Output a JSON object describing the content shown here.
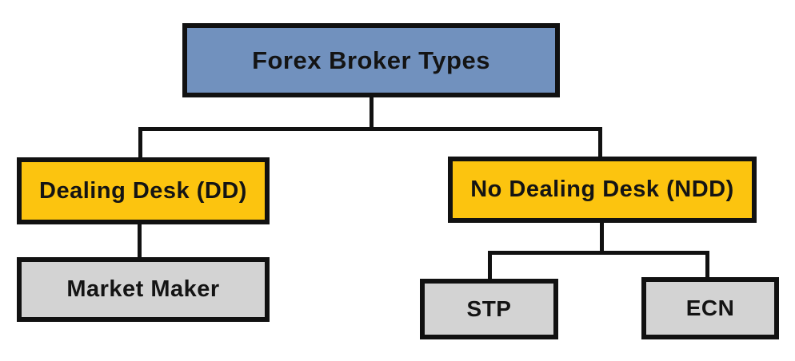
{
  "diagram": {
    "type": "tree",
    "title": "Forex Broker Types",
    "nodes": {
      "root": {
        "id": "forex-broker-types",
        "label": "Forex Broker Types",
        "fill": "#7191BE",
        "level": 0
      },
      "dd": {
        "id": "dealing-desk",
        "label": "Dealing Desk (DD)",
        "fill": "#FCC40F",
        "level": 1
      },
      "ndd": {
        "id": "no-dealing-desk",
        "label": "No Dealing Desk (NDD)",
        "fill": "#FCC40F",
        "level": 1
      },
      "market_maker": {
        "id": "market-maker",
        "label": "Market Maker",
        "fill": "#D3D3D3",
        "level": 2
      },
      "stp": {
        "id": "stp",
        "label": "STP",
        "fill": "#D3D3D3",
        "level": 2
      },
      "ecn": {
        "id": "ecn",
        "label": "ECN",
        "fill": "#D3D3D3",
        "level": 2
      }
    },
    "edges": [
      {
        "from": "forex-broker-types",
        "to": "dealing-desk"
      },
      {
        "from": "forex-broker-types",
        "to": "no-dealing-desk"
      },
      {
        "from": "dealing-desk",
        "to": "market-maker"
      },
      {
        "from": "no-dealing-desk",
        "to": "stp"
      },
      {
        "from": "no-dealing-desk",
        "to": "ecn"
      }
    ]
  },
  "colors": {
    "root_fill": "#7191BE",
    "category_fill": "#FCC40F",
    "leaf_fill": "#D3D3D3",
    "line": "#111111",
    "text": "#141414",
    "background": "#FFFFFF"
  }
}
